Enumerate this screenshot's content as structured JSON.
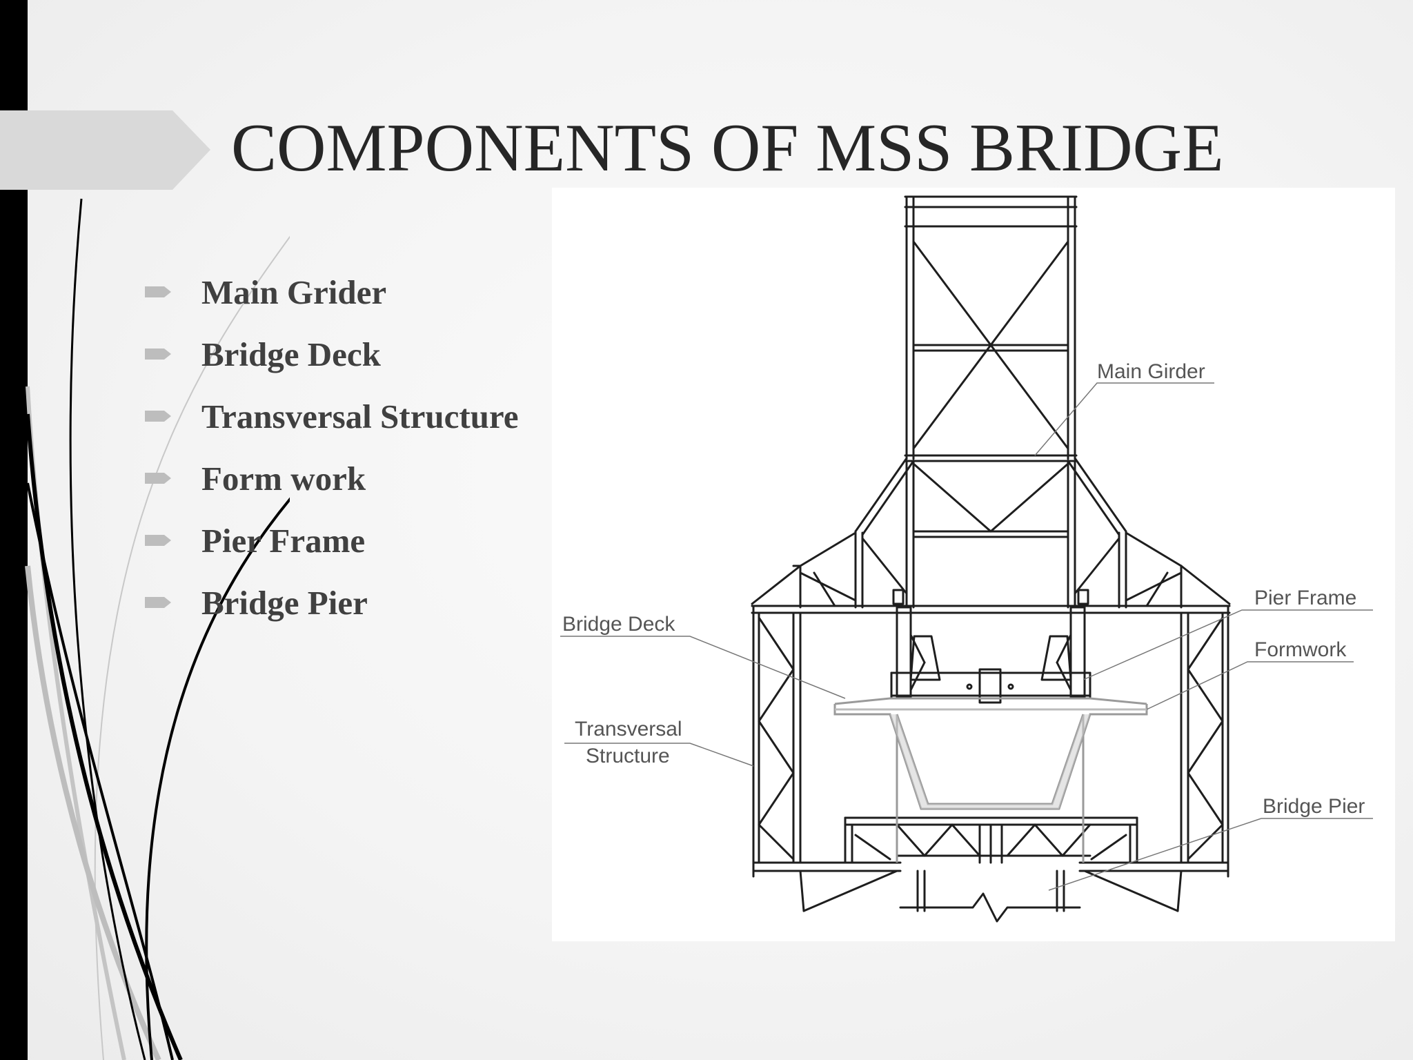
{
  "slide": {
    "title": "COMPONENTS OF MSS BRIDGE",
    "bullets": [
      {
        "label": "Main Grider"
      },
      {
        "label": "Bridge Deck"
      },
      {
        "label": "Transversal Structure"
      },
      {
        "label": "Form work"
      },
      {
        "label": "Pier Frame"
      },
      {
        "label": "Bridge Pier"
      }
    ]
  },
  "diagram": {
    "labels": {
      "main_girder": "Main Girder",
      "pier_frame": "Pier Frame",
      "formwork": "Formwork",
      "bridge_deck": "Bridge Deck",
      "transversal_line1": "Transversal",
      "transversal_line2": "Structure",
      "bridge_pier": "Bridge Pier"
    }
  },
  "colors": {
    "title_text": "#262626",
    "bullet_text": "#404040",
    "bullet_icon": "#bdbdbd",
    "title_banner": "#d9d9d9",
    "left_bar": "#000000",
    "diagram_label": "#555555"
  }
}
